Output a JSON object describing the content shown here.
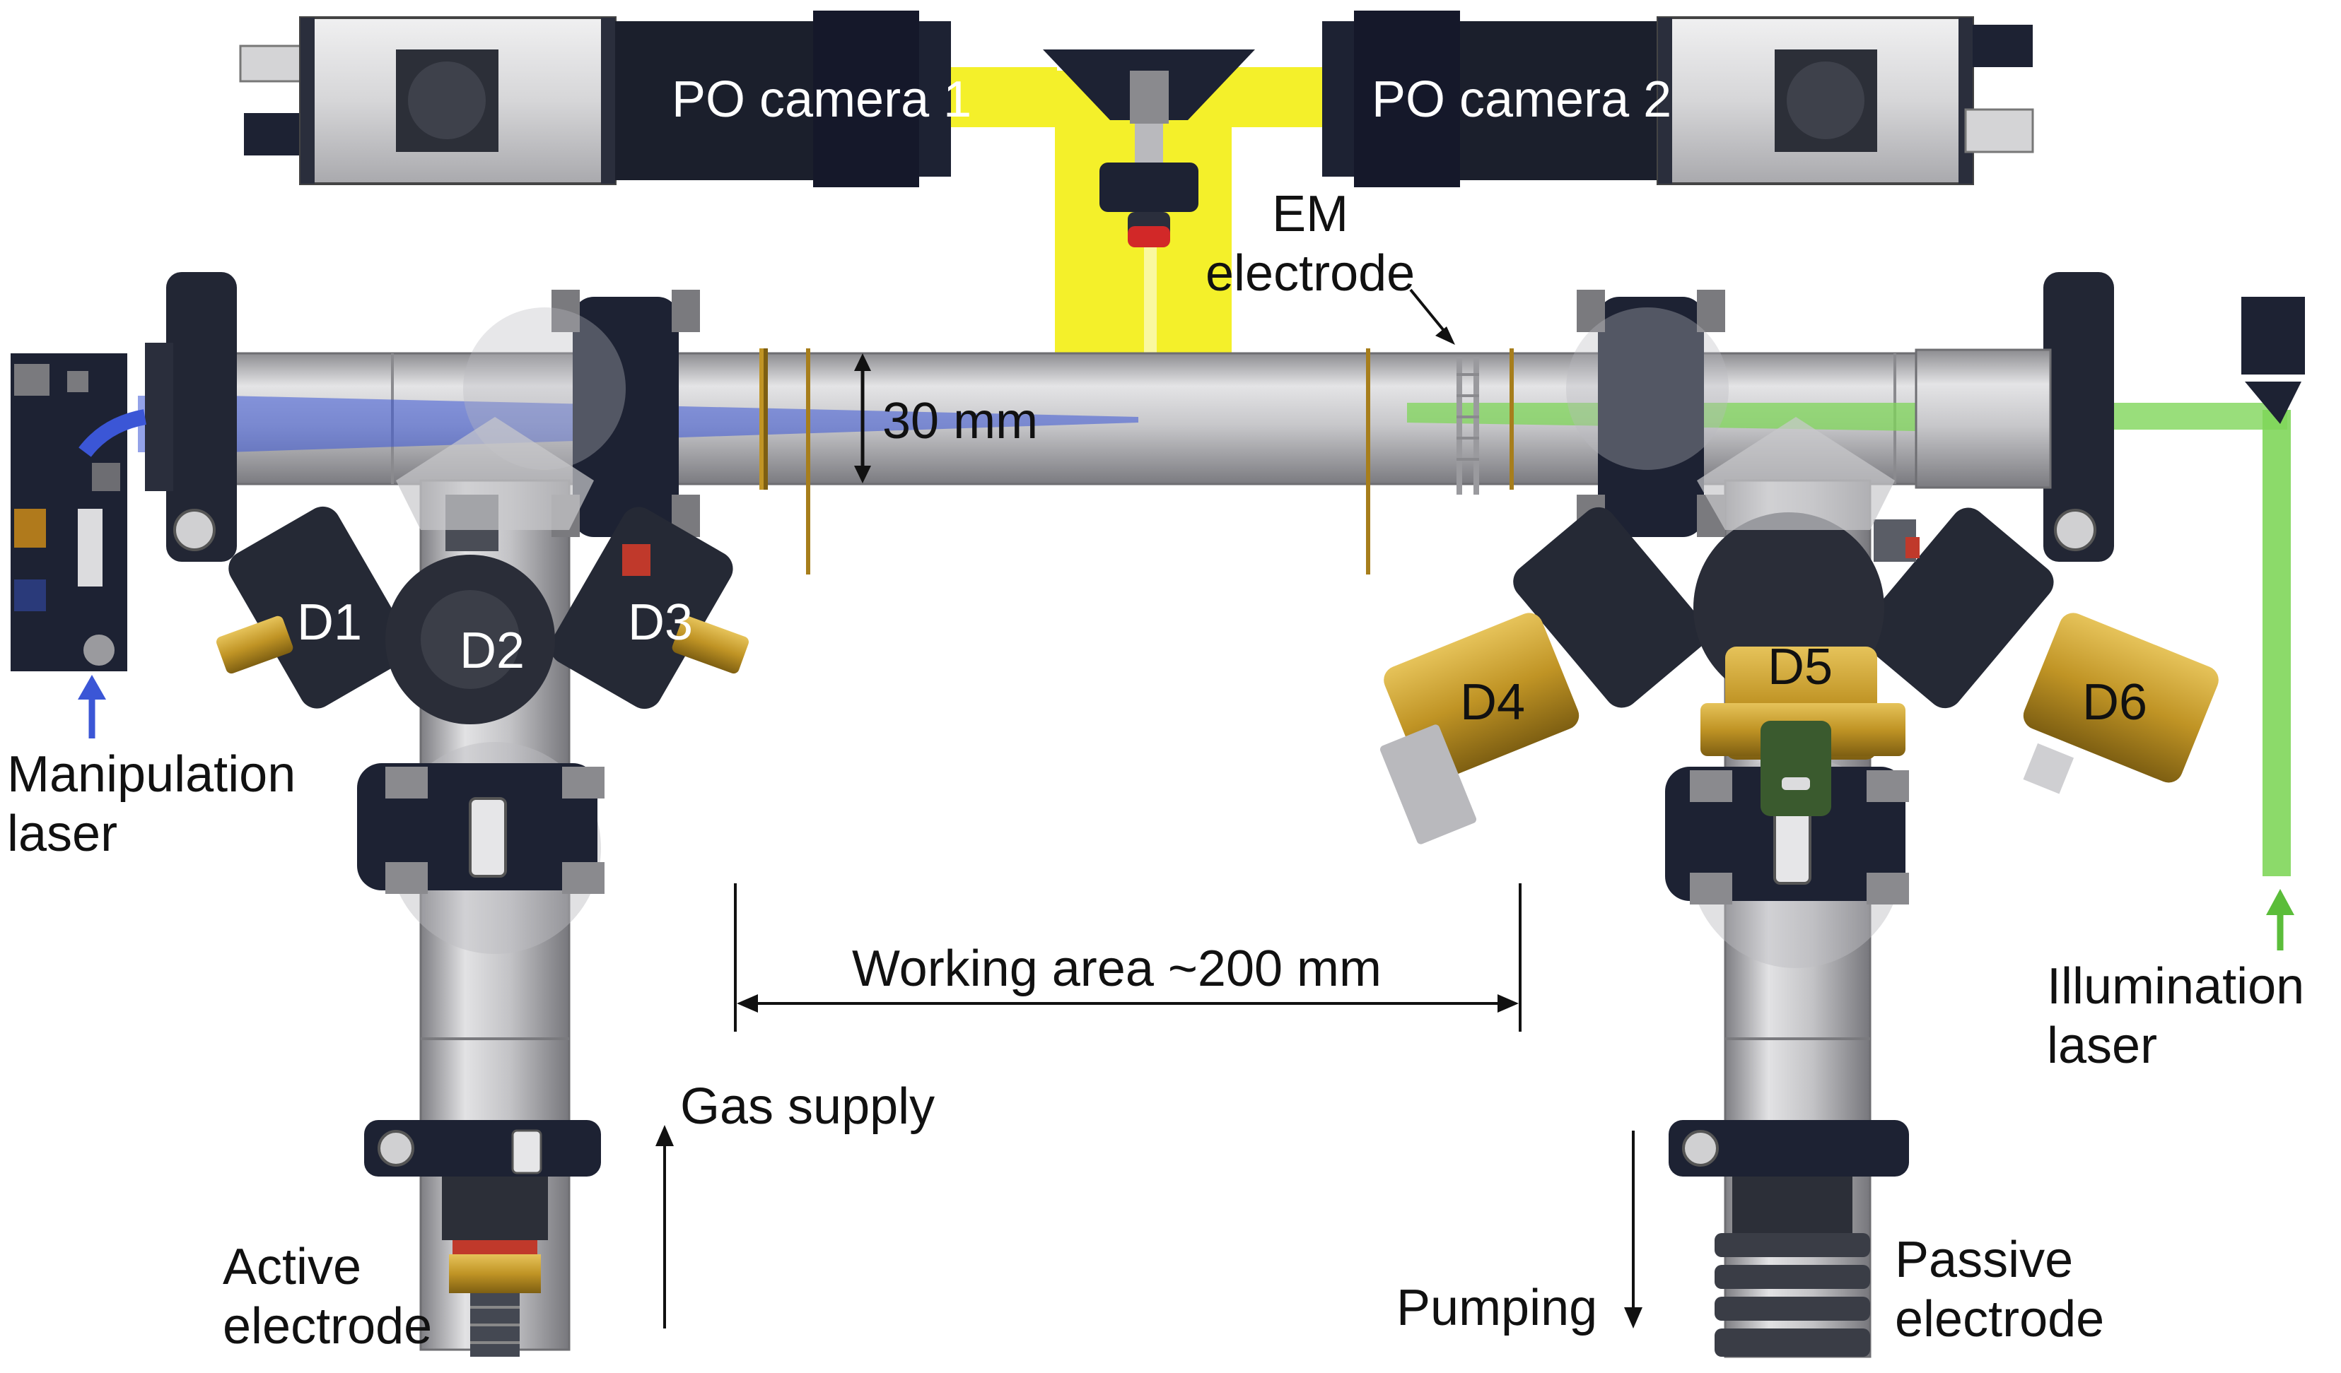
{
  "cameras": {
    "left": "PO camera 1",
    "right": "PO camera 2"
  },
  "labels": {
    "em_electrode": "EM\nelectrode",
    "beam_height": "30 mm",
    "working_area": "Working area ~200 mm",
    "gas_supply": "Gas supply",
    "pumping": "Pumping",
    "active_electrode": "Active\nelectrode",
    "passive_electrode": "Passive\nelectrode",
    "manipulation_laser": "Manipulation\nlaser",
    "illumination_laser": "Illumination\nlaser"
  },
  "detectors": [
    "D1",
    "D2",
    "D3",
    "D4",
    "D5",
    "D6"
  ],
  "colors": {
    "steel": "#c4c4c6",
    "steel_dark": "#8e8e92",
    "clamp": "#1d2233",
    "gold": "#c09425",
    "yellow_beam": "#f4f02a",
    "blue_laser": "#3b56d6",
    "green_laser": "#7fd65a",
    "camera_body": "#dcdcde"
  }
}
